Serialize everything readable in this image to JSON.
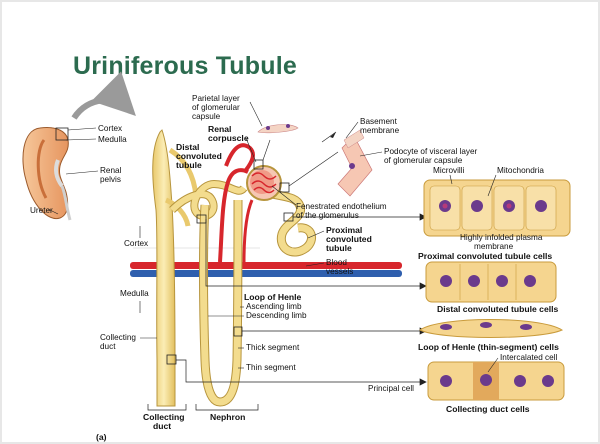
{
  "slide": {
    "title": "Uriniferous Tubule"
  },
  "diagram": {
    "kidney": {
      "cortex": "Cortex",
      "medulla": "Medulla",
      "renal_pelvis_1": "Renal",
      "renal_pelvis_2": "pelvis",
      "ureter": "Ureter"
    },
    "labels": {
      "parietal_1": "Parietal layer",
      "parietal_2": "of glomerular",
      "parietal_3": "capsule",
      "renal_corpuscle_1": "Renal",
      "renal_corpuscle_2": "corpuscle",
      "distal_1": "Distal",
      "distal_2": "convoluted",
      "distal_3": "tubule",
      "basement_1": "Basement",
      "basement_2": "membrane",
      "podocyte_1": "Podocyte of visceral layer",
      "podocyte_2": "of glomerular capsule",
      "microvilli": "Microvilli",
      "mitochondria": "Mitochondria",
      "fenestrated_1": "Fenestrated endothelium",
      "fenestrated_2": "of the glomerulus",
      "infolded_1": "Highly infolded plasma",
      "infolded_2": "membrane",
      "proximal_1": "Proximal",
      "proximal_2": "convoluted",
      "proximal_3": "tubule",
      "blood_1": "Blood",
      "blood_2": "vessels",
      "cortex_side": "Cortex",
      "medulla_side": "Medulla",
      "loop_henle": "Loop of Henle",
      "ascending": "Ascending limb",
      "descending": "Descending limb",
      "collecting_duct_1": "Collecting",
      "collecting_duct_2": "duct",
      "thick_segment": "Thick segment",
      "thin_segment": "Thin segment",
      "intercalated": "Intercalated cell",
      "principal": "Principal cell",
      "bottom_collecting_1": "Collecting",
      "bottom_collecting_2": "duct",
      "bottom_nephron": "Nephron",
      "panel": "(a)"
    },
    "captions": {
      "pct_cells": "Proximal convoluted tubule cells",
      "dct_cells": "Distal convoluted tubule cells",
      "loh_cells": "Loop of Henle (thin-segment) cells",
      "cd_cells": "Collecting duct cells"
    }
  },
  "colors": {
    "title": "#2c6b4f",
    "tubule": "#f3dc8e",
    "tubule_outline": "#b7953d",
    "artery": "#d7262c",
    "vein": "#2f5fae",
    "glomerulus": "#f2a68e",
    "cell_pink": "#f4c98d",
    "nucleus": "#6b3a8c",
    "kidney": "#f0b07a"
  }
}
